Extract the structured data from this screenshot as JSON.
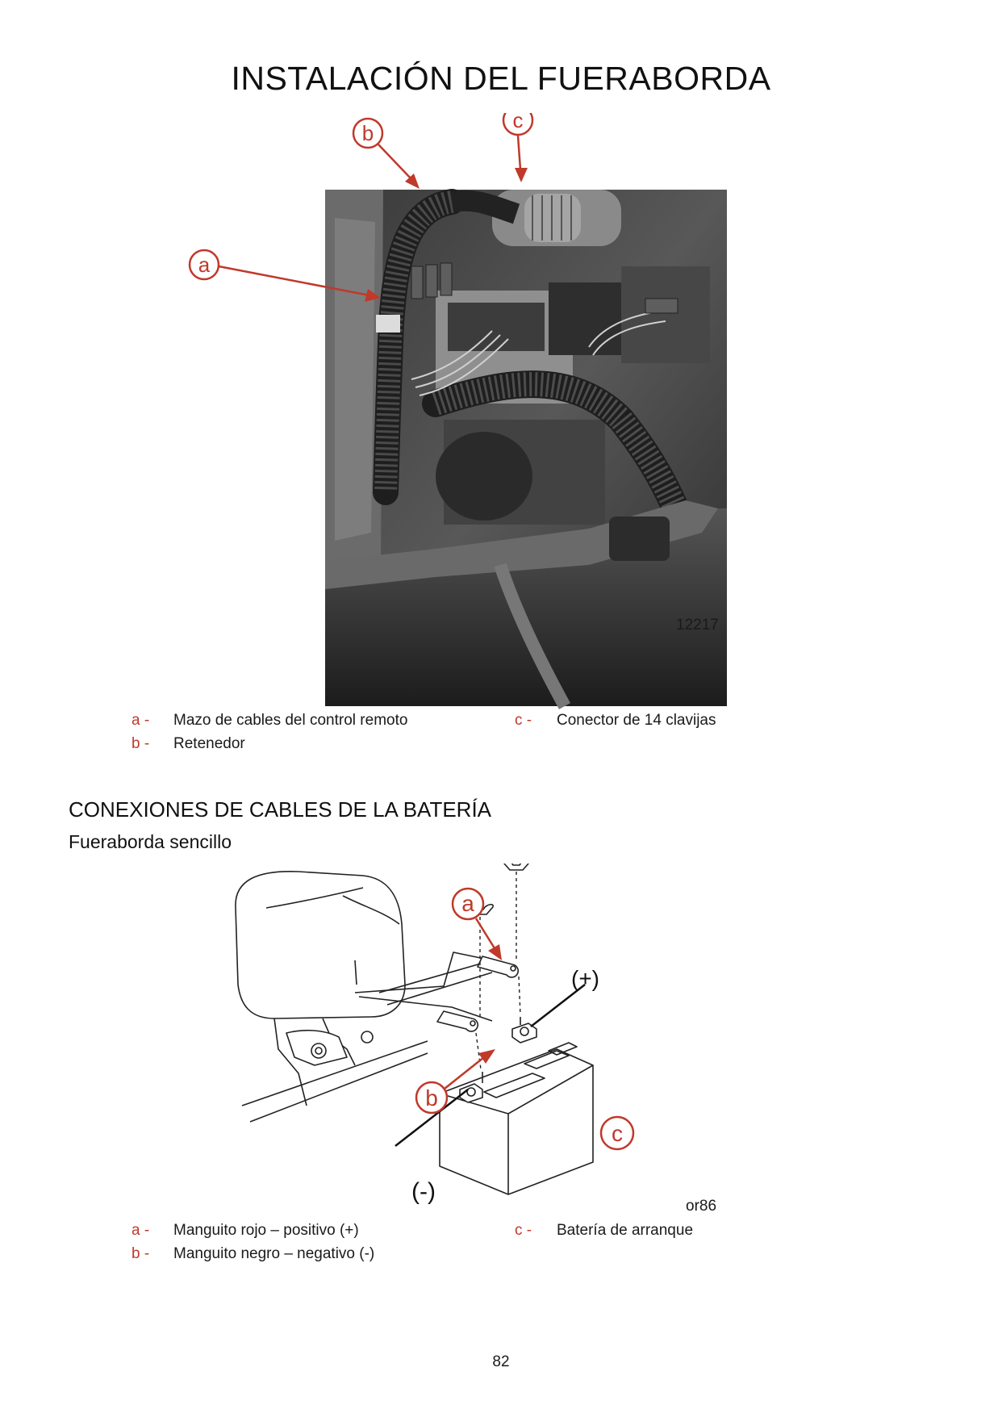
{
  "page_title": "INSTALACIÓN DEL FUERABORDA",
  "figure1": {
    "callouts": [
      "a",
      "b",
      "c"
    ],
    "figure_number": "12217",
    "legend": [
      {
        "key": "a -",
        "text": "Mazo de cables del control remoto"
      },
      {
        "key": "b -",
        "text": "Retenedor"
      },
      {
        "key": "c -",
        "text": "Conector de 14 clavijas"
      }
    ]
  },
  "section": {
    "heading": "CONEXIONES DE CABLES DE LA BATERÍA",
    "subheading": "Fueraborda sencillo"
  },
  "figure2": {
    "callouts": [
      "a",
      "b",
      "c"
    ],
    "positive_label": "(+)",
    "negative_label": "(-)",
    "figure_number": "or86",
    "legend": [
      {
        "key": "a -",
        "text": "Manguito rojo – positivo (+)"
      },
      {
        "key": "b -",
        "text": "Manguito negro – negativo (-)"
      },
      {
        "key": "c -",
        "text": "Batería de arranque"
      }
    ]
  },
  "page_number": "82",
  "colors": {
    "callout": "#c0392b",
    "text": "#1a1a1a"
  }
}
